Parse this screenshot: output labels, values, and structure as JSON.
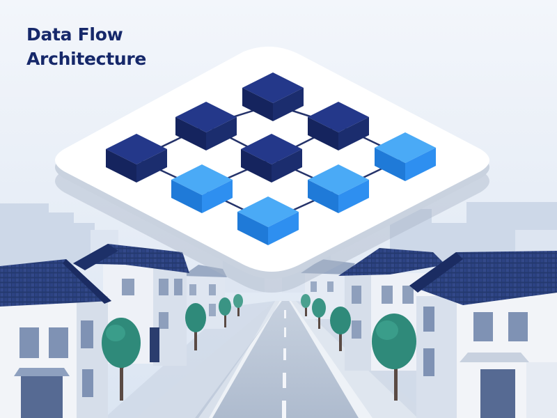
{
  "title": {
    "line1": "Data Flow",
    "line2": "Architecture"
  },
  "colors": {
    "navy_block": "#1b2d6e",
    "blue_block": "#2e8ff0",
    "title_text": "#16286a",
    "sky": "#e9eff8",
    "roof": "#243a73",
    "tree": "#2f8a7a"
  },
  "illustration": {
    "platform": "floating white panel with a grid of connected blocks",
    "block_counts": {
      "navy": 5,
      "blue": 4
    },
    "scene": "street lined with houses and trees"
  }
}
